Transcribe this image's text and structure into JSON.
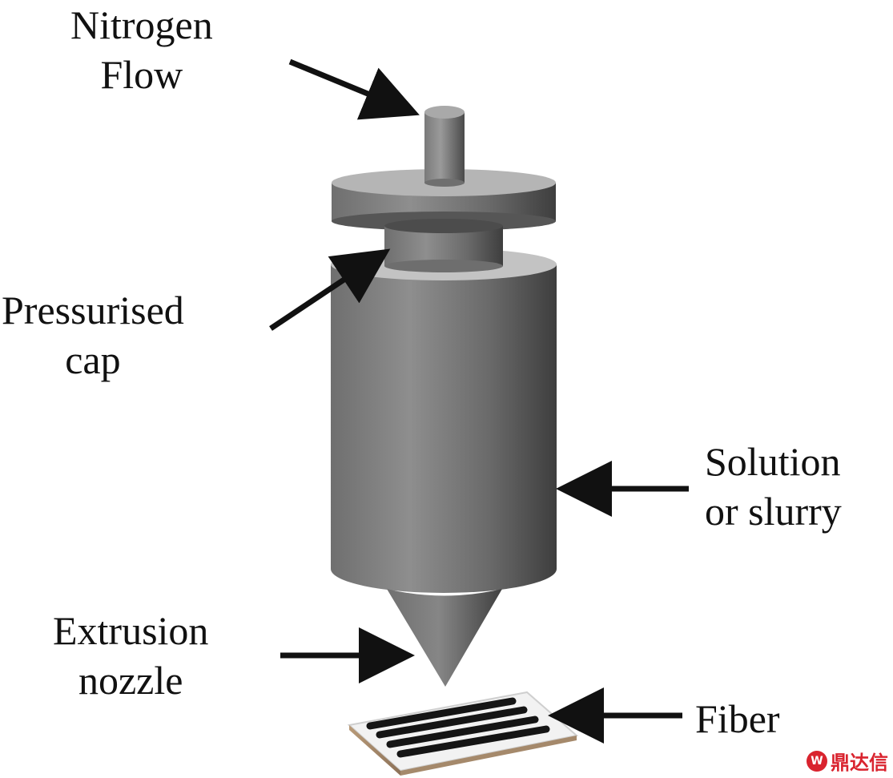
{
  "labels": {
    "nitrogen_flow": [
      "Nitrogen",
      "Flow"
    ],
    "pressurised_cap": [
      "Pressurised",
      "cap"
    ],
    "solution_slurry": [
      "Solution",
      "or slurry"
    ],
    "extrusion_nozzle": [
      "Extrusion",
      "nozzle"
    ],
    "fiber": "Fiber"
  },
  "watermark": {
    "text": "鼎达信"
  }
}
